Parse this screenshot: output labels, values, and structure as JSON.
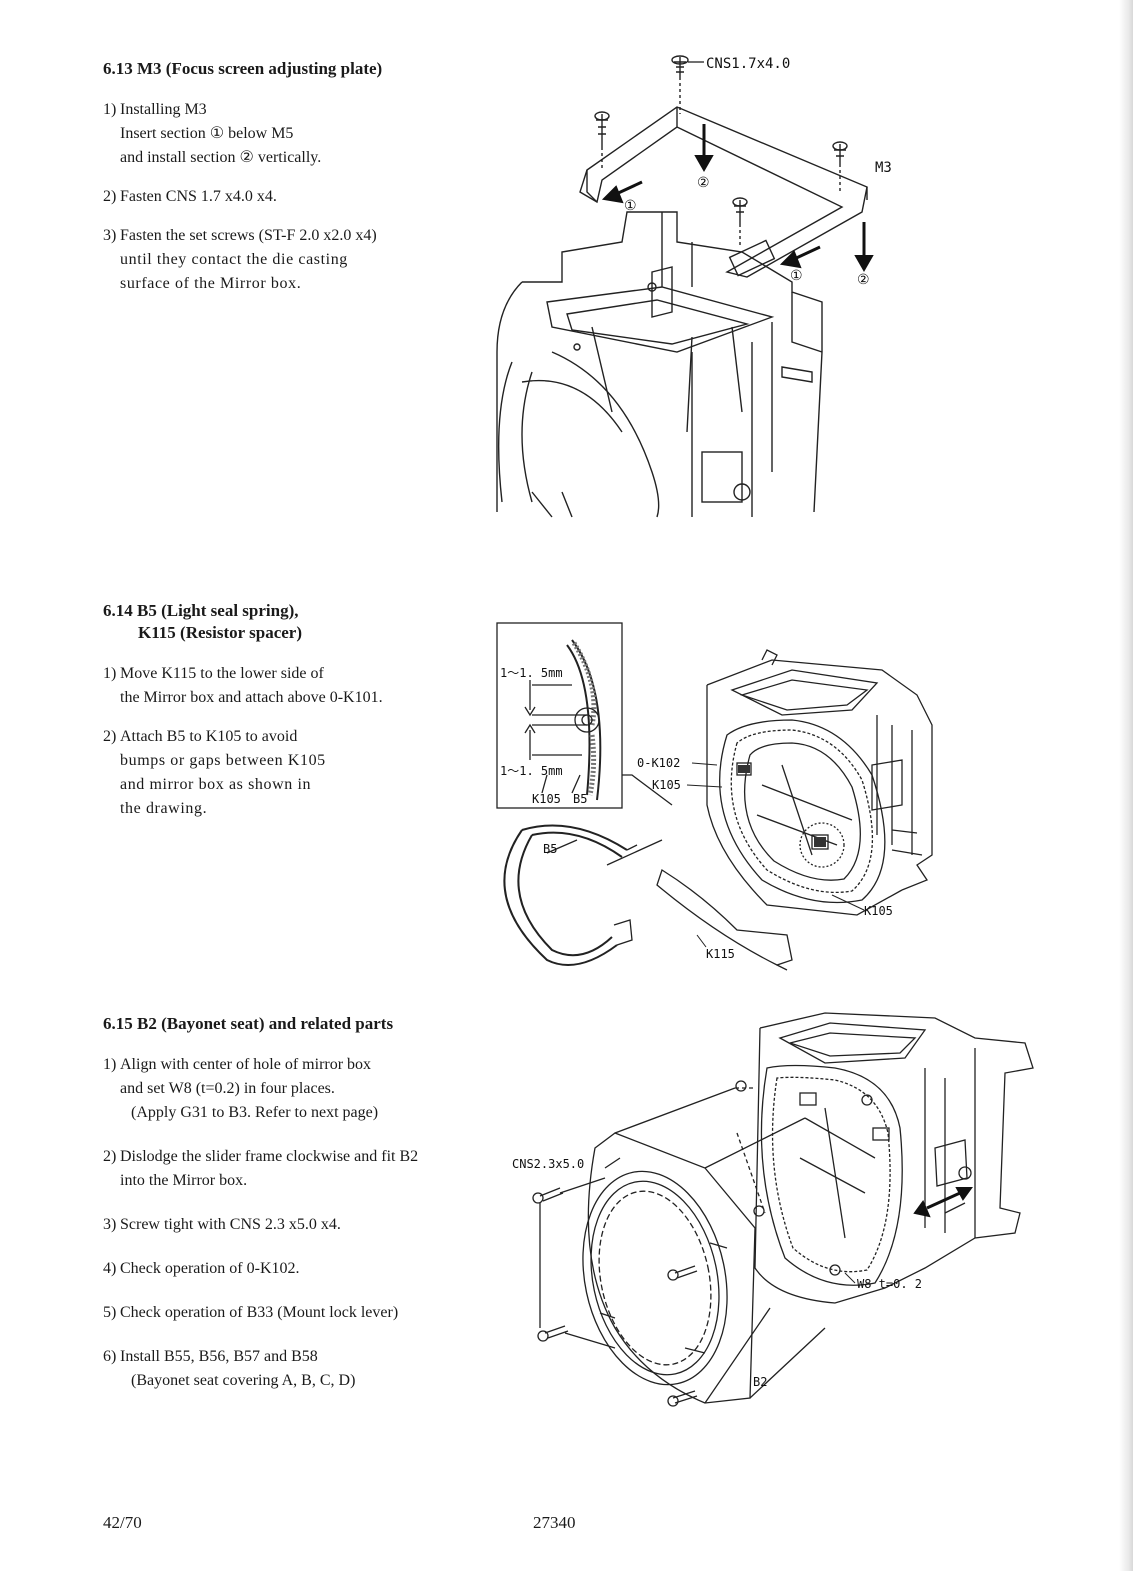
{
  "sections": [
    {
      "heading": "6.13 M3 (Focus screen adjusting plate)",
      "steps": [
        {
          "num": "1)",
          "lines": [
            "Installing M3",
            "Insert section ① below M5",
            "and install section ② vertically."
          ]
        },
        {
          "num": "2)",
          "lines": [
            "Fasten CNS 1.7 x4.0 x4."
          ]
        },
        {
          "num": "3)",
          "lines": [
            "Fasten the set screws (ST-F 2.0 x2.0 x4)",
            "until they contact the die casting",
            "surface of the Mirror box."
          ]
        }
      ],
      "figure_labels": [
        "CNS1.7x4.0",
        "M3",
        "①",
        "②",
        "①",
        "②"
      ]
    },
    {
      "heading_line1": "6.14 B5 (Light seal spring),",
      "heading_line2": "K115 (Resistor spacer)",
      "steps": [
        {
          "num": "1)",
          "lines": [
            "Move K115 to the lower side of",
            "the Mirror box and attach above 0-K101."
          ]
        },
        {
          "num": "2)",
          "lines": [
            "Attach B5 to K105 to avoid",
            "bumps or gaps between K105",
            "and mirror box as shown in",
            "the drawing."
          ]
        }
      ],
      "figure_labels": [
        "1～1. 5mm",
        "1～1. 5mm",
        "K105",
        "B5",
        "0-K102",
        "K105",
        "B5",
        "K105",
        "K115"
      ]
    },
    {
      "heading": "6.15 B2 (Bayonet seat) and related parts",
      "steps": [
        {
          "num": "1)",
          "lines": [
            "Align with center of hole of mirror box",
            "and set W8 (t=0.2) in four places.",
            "(Apply G31 to B3. Refer to next page)"
          ]
        },
        {
          "num": "2)",
          "lines": [
            "Dislodge the slider frame clockwise and fit B2",
            "into the Mirror box."
          ]
        },
        {
          "num": "3)",
          "lines": [
            "Screw tight with CNS 2.3 x5.0 x4."
          ]
        },
        {
          "num": "4)",
          "lines": [
            "Check operation of 0-K102."
          ]
        },
        {
          "num": "5)",
          "lines": [
            "Check operation of B33 (Mount lock lever)"
          ]
        },
        {
          "num": "6)",
          "lines": [
            "Install B55, B56, B57 and B58",
            "(Bayonet seat covering A, B, C, D)"
          ]
        }
      ],
      "figure_labels": [
        "CNS2.3x5.0",
        "W8 t=0. 2",
        "B2"
      ]
    }
  ],
  "footer": {
    "page": "42/70",
    "doc_number": "27340"
  }
}
